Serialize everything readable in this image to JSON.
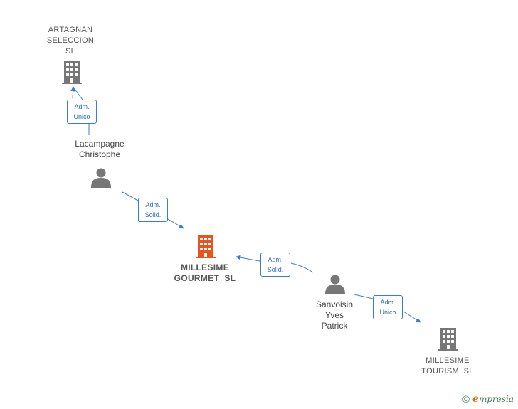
{
  "colors": {
    "edge": "#3a7bd5",
    "company": "#777777",
    "company_main": "#e8531e",
    "person": "#777777"
  },
  "nodes": {
    "artagnan": {
      "name_lines": [
        "ARTAGNAN",
        "SELECCION",
        "SL"
      ],
      "icon": "building-icon"
    },
    "lacampagne": {
      "name_lines": [
        "Lacampagne",
        "Christophe"
      ],
      "icon": "person-icon"
    },
    "millesime_gourmet": {
      "name_lines": [
        "MILLESIME",
        "GOURMET  SL"
      ],
      "icon": "building-icon"
    },
    "sanvoisin": {
      "name_lines": [
        "Sanvoisin",
        "Yves",
        "Patrick"
      ],
      "icon": "person-icon"
    },
    "millesime_tourism": {
      "name_lines": [
        "MILLESIME",
        "TOURISM  SL"
      ],
      "icon": "building-icon"
    }
  },
  "relations": {
    "r1": {
      "lines": [
        "Adm.",
        "Unico"
      ]
    },
    "r2": {
      "lines": [
        "Adm.",
        "Solid."
      ]
    },
    "r3": {
      "lines": [
        "Adm.",
        "Solid."
      ]
    },
    "r4": {
      "lines": [
        "Adm.",
        "Unico"
      ]
    }
  },
  "footer": {
    "copyright_symbol": "©",
    "brand_initial": "e",
    "brand_rest": "mpresia"
  }
}
